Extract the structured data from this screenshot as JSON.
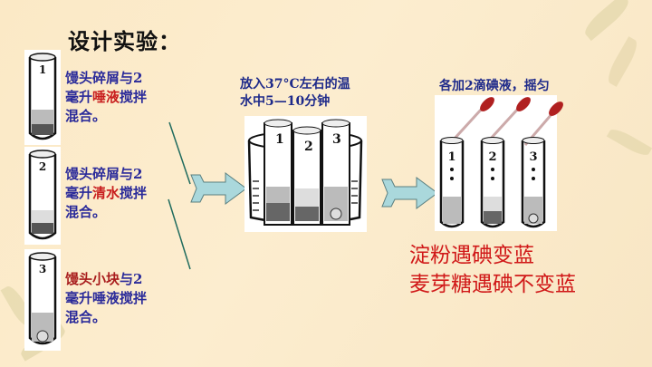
{
  "title": "设计实验：",
  "setups": [
    {
      "tube_number": "1",
      "text_parts": [
        {
          "text": "馒头碎屑与2",
          "style": "blue"
        },
        {
          "text": "毫升",
          "style": "blue"
        },
        {
          "text": "唾液",
          "style": "red"
        },
        {
          "text": "搅拌",
          "style": "blue"
        },
        {
          "text": "混合。",
          "style": "blue"
        }
      ]
    },
    {
      "tube_number": "2",
      "text_parts": [
        {
          "text": "馒头碎屑与2",
          "style": "blue"
        },
        {
          "text": "毫升",
          "style": "blue"
        },
        {
          "text": "清水",
          "style": "red"
        },
        {
          "text": "搅拌",
          "style": "blue"
        },
        {
          "text": "混合。",
          "style": "blue"
        }
      ]
    },
    {
      "tube_number": "3",
      "text_parts": [
        {
          "text": "馒头小块",
          "style": "red"
        },
        {
          "text": "与2",
          "style": "blue"
        },
        {
          "text": "毫升唾液搅拌",
          "style": "blue"
        },
        {
          "text": "混合。",
          "style": "blue"
        }
      ]
    }
  ],
  "step2": {
    "line1": "放入37°C左右的温",
    "line2": "水中5—10分钟",
    "tubes": [
      "1",
      "2",
      "3"
    ]
  },
  "step3": {
    "text": "各加2滴碘液，摇匀",
    "tubes": [
      "1",
      "2",
      "3"
    ]
  },
  "conclusion": {
    "line1": "淀粉遇碘变蓝",
    "line2": "麦芽糖遇碘不变蓝"
  },
  "colors": {
    "arrow_fill": "#aad8dc",
    "arrow_stroke": "#5a7f80",
    "connector": "#1f6b5e",
    "conclusion": "#d01818",
    "desc_text": "#2a2a9a",
    "highlight": "#c81e1e"
  }
}
